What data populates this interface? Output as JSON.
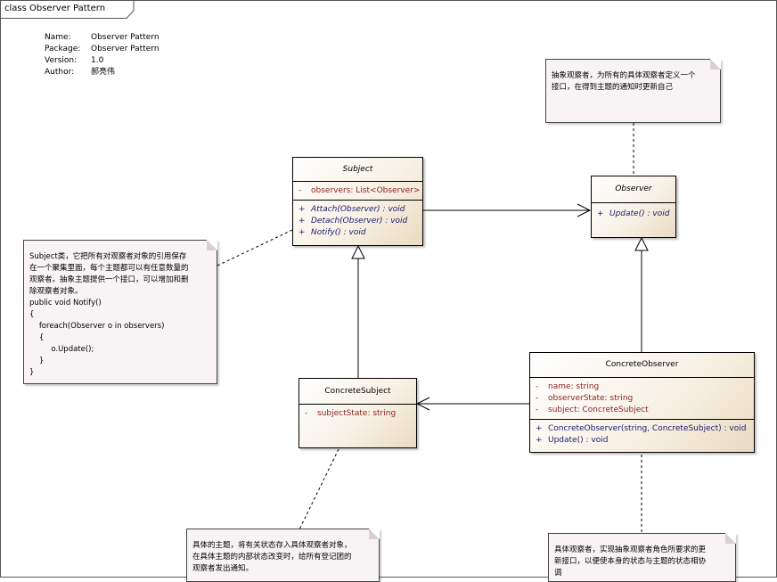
{
  "frame": {
    "label": "class Observer Pattern"
  },
  "meta": [
    {
      "key": "Name:",
      "value": "Observer Pattern"
    },
    {
      "key": "Package:",
      "value": "Observer Pattern"
    },
    {
      "key": "Version:",
      "value": "1.0"
    },
    {
      "key": "Author:",
      "value": "郝亮伟"
    }
  ],
  "classes": {
    "subject": {
      "name": "Subject",
      "attributes": [
        {
          "vis": "-",
          "text": "observers:  List<Observer>"
        }
      ],
      "operations": [
        {
          "vis": "+",
          "text": "Attach(Observer) : void"
        },
        {
          "vis": "+",
          "text": "Detach(Observer) : void"
        },
        {
          "vis": "+",
          "text": "Notify() : void"
        }
      ]
    },
    "observer": {
      "name": "Observer",
      "operations": [
        {
          "vis": "+",
          "text": "Update() : void"
        }
      ]
    },
    "concrete_subject": {
      "name": "ConcreteSubject",
      "attributes": [
        {
          "vis": "-",
          "text": "subjectState:  string"
        }
      ]
    },
    "concrete_observer": {
      "name": "ConcreteObserver",
      "attributes": [
        {
          "vis": "-",
          "text": "name:  string"
        },
        {
          "vis": "-",
          "text": "observerState:  string"
        },
        {
          "vis": "-",
          "text": "subject:  ConcreteSubject"
        }
      ],
      "operations": [
        {
          "vis": "+",
          "text": "ConcreteObserver(string, ConcreteSubject) : void"
        },
        {
          "vis": "+",
          "text": "Update() : void"
        }
      ]
    }
  },
  "notes": {
    "observer": "抽象观察者，为所有的具体观察者定义一个\n接口，在得到主题的通知时更新自己",
    "subject": "Subject类，它把所有对观察者对象的引用保存\n在一个聚集里面，每个主题都可以有任意数量的\n观察者。抽象主题提供一个接口，可以增加和删\n除观察者对象。\npublic void Notify()\n{\n    foreach(Observer o in observers)\n    {\n         o.Update();\n    }\n}",
    "concrete_subject": "具体的主题，将有关状态存入具体观察者对象，\n在具体主题的内部状态改变时，给所有登记团的\n观察者发出通知。",
    "concrete_observer": "具体观察者，实现抽象观察者角色所要求的更\n新接口，以便使本身的状态与主题的状态相协\n调"
  }
}
